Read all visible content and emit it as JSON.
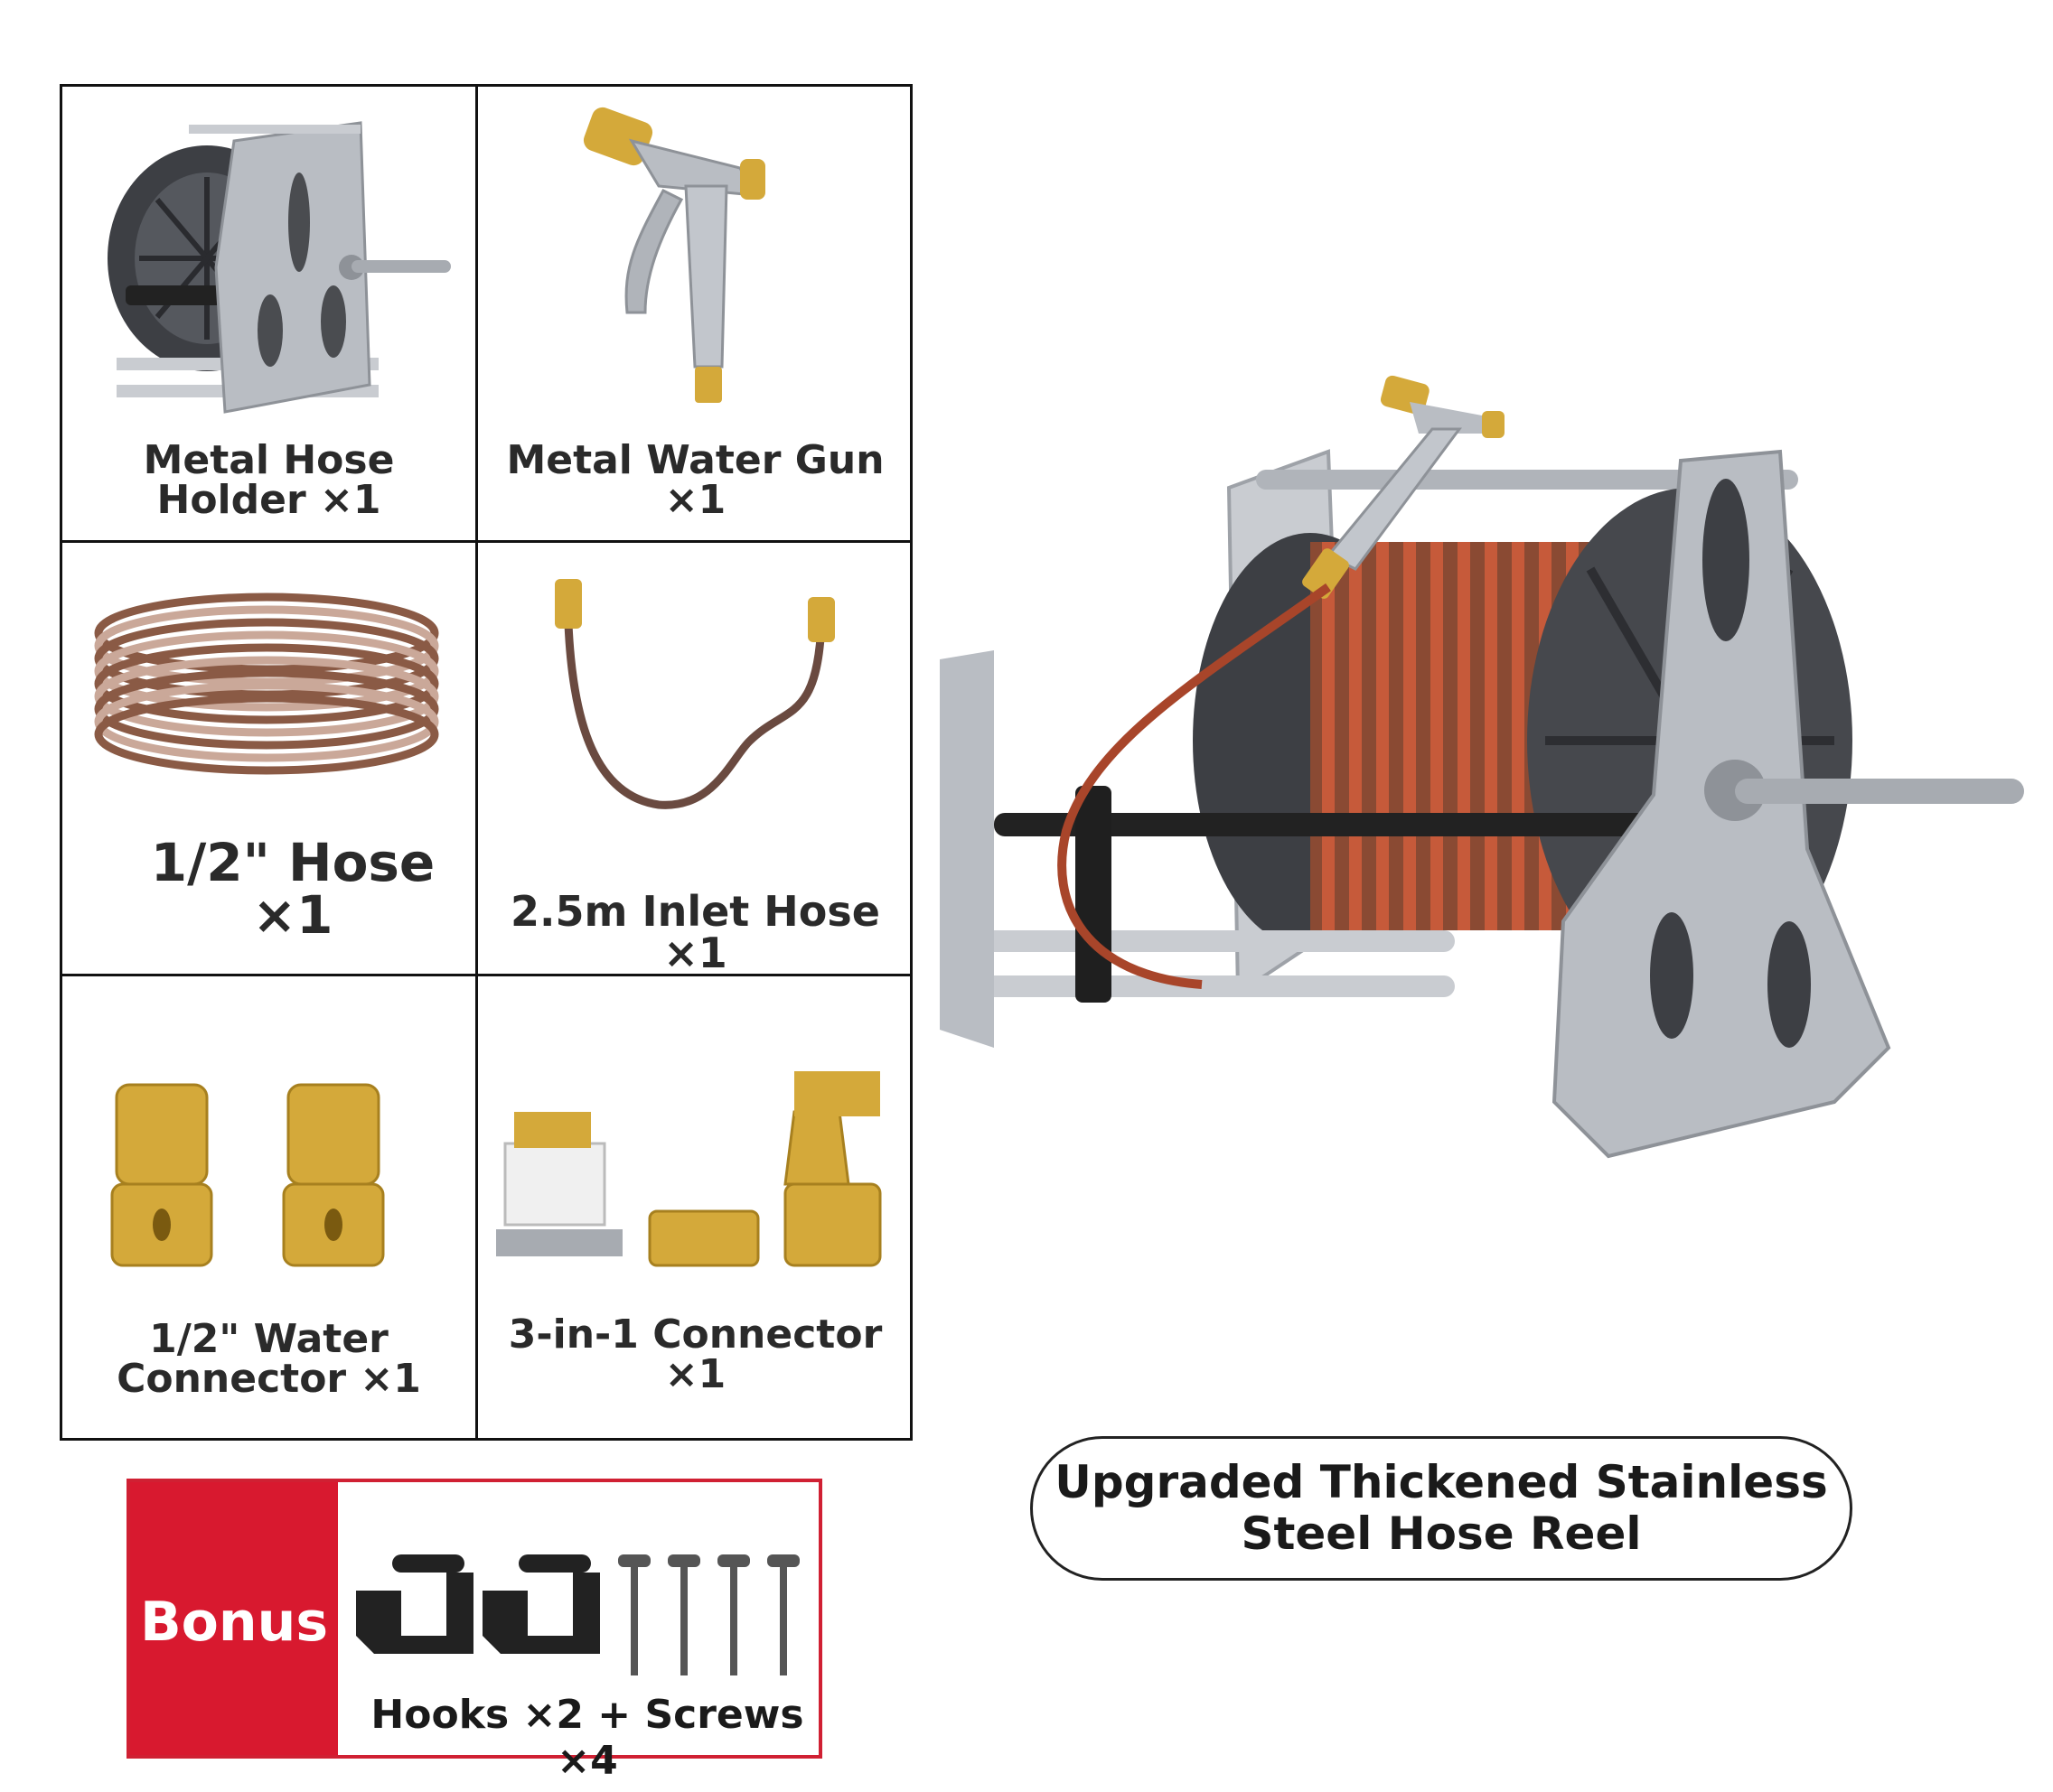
{
  "items": [
    {
      "line1": "Metal Hose",
      "line2": "Holder ×1"
    },
    {
      "line1": "Metal Water Gun",
      "line2": "×1"
    },
    {
      "line1": "1/2\" Hose",
      "line2": "×1"
    },
    {
      "line1": "2.5m Inlet Hose ×1"
    },
    {
      "line1": "1/2\" Water",
      "line2": "Connector ×1"
    },
    {
      "line1": "3-in-1 Connector",
      "line2": "×1"
    }
  ],
  "bonus": {
    "label": "Bonus",
    "caption": "Hooks ×2 + Screws ×4"
  },
  "main": {
    "caption_line1": "Upgraded Thickened Stainless",
    "caption_line2": "Steel Hose Reel"
  },
  "colors": {
    "brand_red": "#d8192f",
    "brass": "#d4a93a",
    "hose_red": "#a8452a",
    "steel": "#b8bcc2"
  }
}
